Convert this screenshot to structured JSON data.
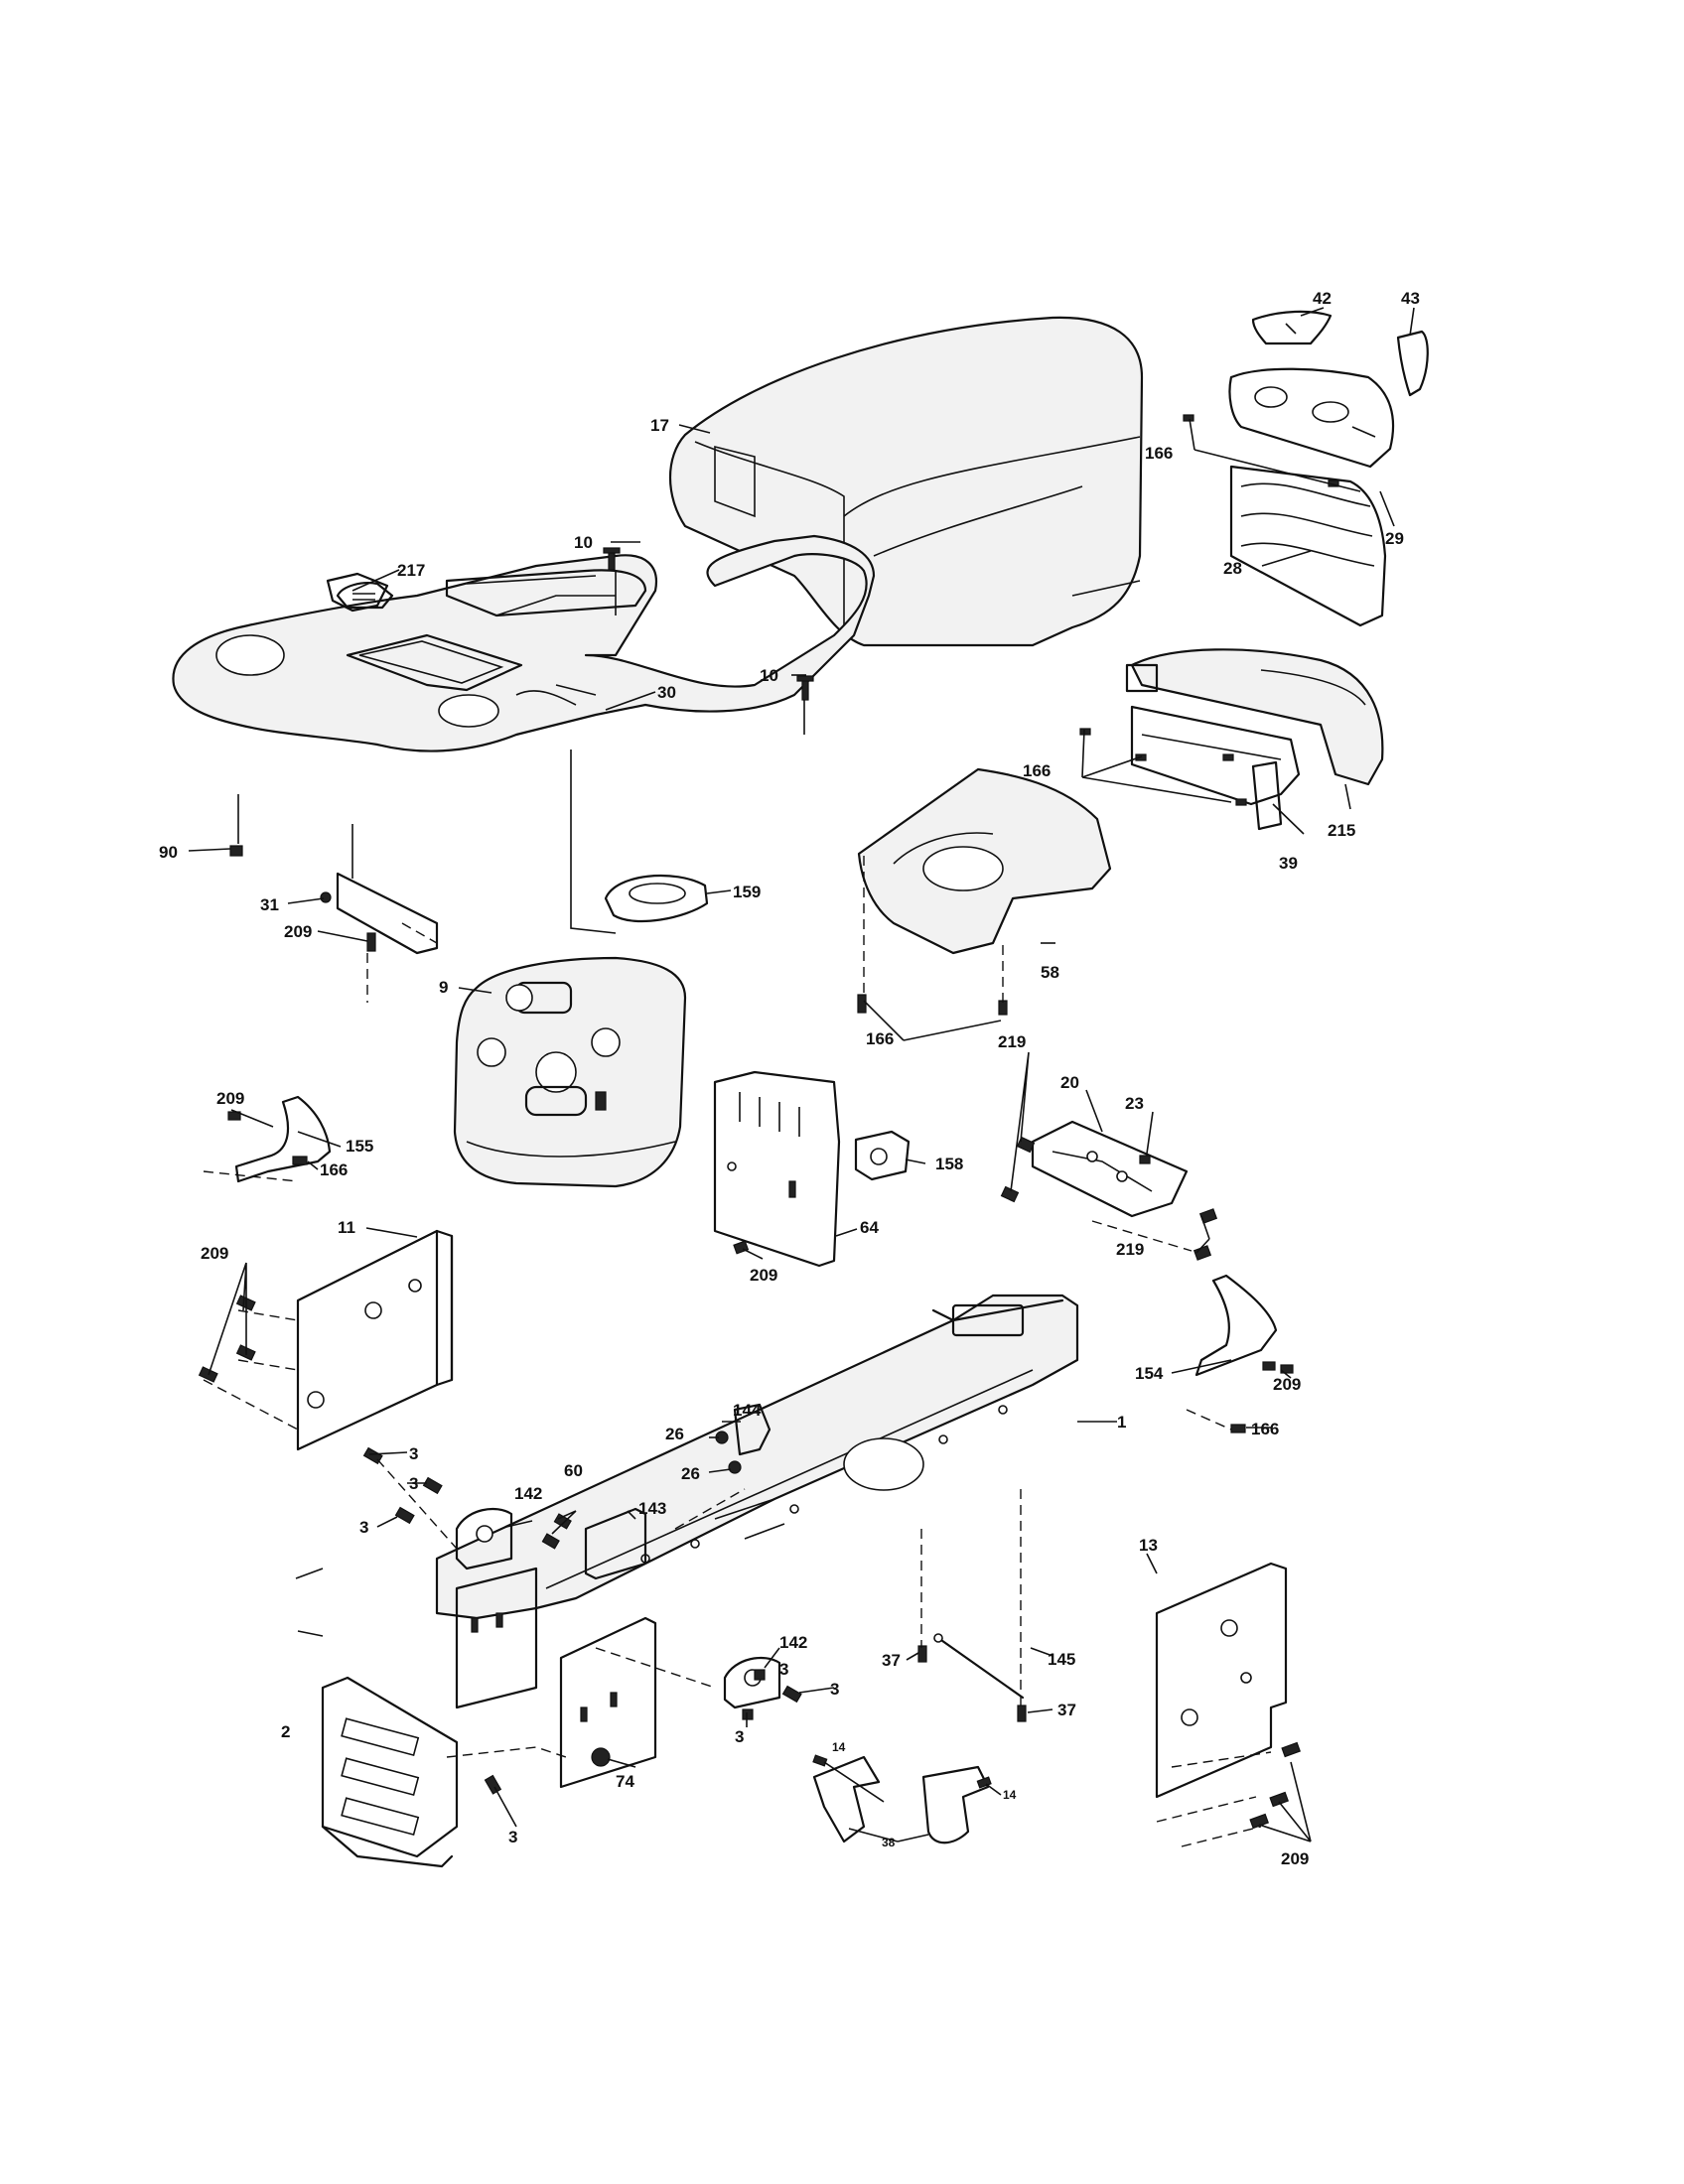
{
  "diagram": {
    "callouts": {
      "c1": "1",
      "c2": "2",
      "c3": "3",
      "c9": "9",
      "c10": "10",
      "c11": "11",
      "c13": "13",
      "c14": "14",
      "c17": "17",
      "c20": "20",
      "c23": "23",
      "c26": "26",
      "c28": "28",
      "c29": "29",
      "c30": "30",
      "c31": "31",
      "c37": "37",
      "c38": "38",
      "c39": "39",
      "c42": "42",
      "c43": "43",
      "c58": "58",
      "c60": "60",
      "c64": "64",
      "c74": "74",
      "c90": "90",
      "c142": "142",
      "c143": "143",
      "c144": "144",
      "c145": "145",
      "c154": "154",
      "c155": "155",
      "c158": "158",
      "c159": "159",
      "c166": "166",
      "c209": "209",
      "c215": "215",
      "c217": "217",
      "c219": "219"
    }
  }
}
